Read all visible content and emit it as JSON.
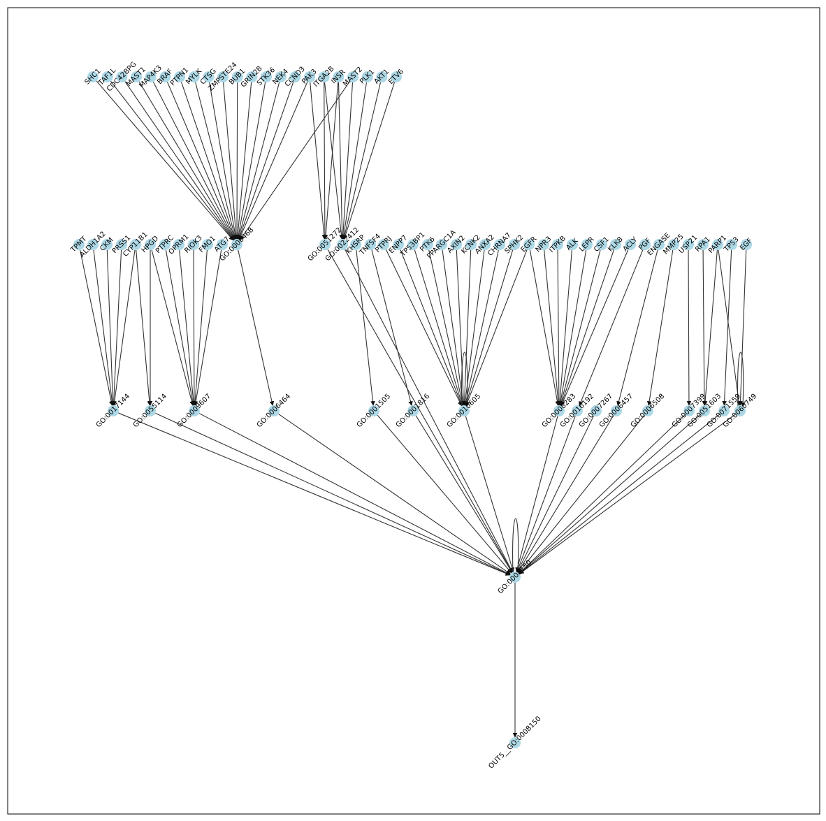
{
  "layers": [
    [
      "SHC1",
      "TAF1L",
      "CDC42BPG",
      "MAST1",
      "MAP4K3",
      "BRAF",
      "PTPN1",
      "MYLK",
      "CTSG",
      "ZMPSTE24",
      "BUB1",
      "GRIN2B",
      "STK36",
      "NEK4",
      "CCND3",
      "PAK3",
      "ITGA2B",
      "INSR",
      "MAST2",
      "PLK1",
      "AKT1",
      "ETV6"
    ],
    [
      "TPMT",
      "ALDH1A2",
      "CKM",
      "PRSS1",
      "CYP11B1",
      "HPGD",
      "PTPRC",
      "OPRM1",
      "RIOK3",
      "FMO1",
      "ATG7",
      "GO:0006468",
      "GO:0051272",
      "GO:0022412",
      "KHSRP",
      "TNFSF4",
      "PTPRJ",
      "ENPP7",
      "TP53BP1",
      "PTK6",
      "PPARGC1A",
      "AXIN2",
      "KCNK2",
      "ANXA2",
      "CHRNA7",
      "SPHK2",
      "EGFR",
      "NPR3",
      "ITPKB",
      "ALK",
      "LEPR",
      "CSF1",
      "KLK8",
      "ACLY",
      "PGF",
      "ENGASE",
      "MMP25",
      "USP21",
      "RPA1",
      "PARP1",
      "TP53",
      "EGF"
    ],
    [
      "GO:0017144",
      "GO:0055114",
      "GO:0009607",
      "GO:0006464",
      "GO:0001505",
      "GO:0001816",
      "GO:0010605",
      "GO:0008283",
      "GO:0016192",
      "GO:0007267",
      "GO:0006457",
      "GO:0006508",
      "GO:0007399",
      "GO:0051603",
      "GO:0071559",
      "GO:0060749"
    ],
    [
      "GO:0008150"
    ],
    [
      "OUT5__GO:0008150"
    ]
  ],
  "edges": [
    [
      "SHC1",
      "GO:0006468"
    ],
    [
      "TAF1L",
      "GO:0006468"
    ],
    [
      "CDC42BPG",
      "GO:0006468"
    ],
    [
      "MAST1",
      "GO:0006468"
    ],
    [
      "MAP4K3",
      "GO:0006468"
    ],
    [
      "BRAF",
      "GO:0006468"
    ],
    [
      "PTPN1",
      "GO:0006468"
    ],
    [
      "MYLK",
      "GO:0006468"
    ],
    [
      "CTSG",
      "GO:0006468"
    ],
    [
      "ZMPSTE24",
      "GO:0006468"
    ],
    [
      "BUB1",
      "GO:0006468"
    ],
    [
      "GRIN2B",
      "GO:0006468"
    ],
    [
      "STK36",
      "GO:0006468"
    ],
    [
      "NEK4",
      "GO:0006468"
    ],
    [
      "CCND3",
      "GO:0006468"
    ],
    [
      "PAK3",
      "GO:0006468"
    ],
    [
      "MAST2",
      "GO:0006468"
    ],
    [
      "PAK3",
      "GO:0051272"
    ],
    [
      "ITGA2B",
      "GO:0051272"
    ],
    [
      "INSR",
      "GO:0051272"
    ],
    [
      "INSR",
      "GO:0022412"
    ],
    [
      "MAST2",
      "GO:0022412"
    ],
    [
      "PLK1",
      "GO:0022412"
    ],
    [
      "AKT1",
      "GO:0022412"
    ],
    [
      "ETV6",
      "GO:0022412"
    ],
    [
      "ITGA2B",
      "GO:0022412"
    ],
    [
      "TPMT",
      "GO:0017144"
    ],
    [
      "ALDH1A2",
      "GO:0017144"
    ],
    [
      "CKM",
      "GO:0017144"
    ],
    [
      "PRSS1",
      "GO:0017144"
    ],
    [
      "CYP11B1",
      "GO:0017144"
    ],
    [
      "HPGD",
      "GO:0055114"
    ],
    [
      "CYP11B1",
      "GO:0055114"
    ],
    [
      "HPGD",
      "GO:0009607"
    ],
    [
      "PTPRC",
      "GO:0009607"
    ],
    [
      "OPRM1",
      "GO:0009607"
    ],
    [
      "RIOK3",
      "GO:0009607"
    ],
    [
      "FMO1",
      "GO:0009607"
    ],
    [
      "ATG7",
      "GO:0009607"
    ],
    [
      "GO:0006468",
      "GO:0006464"
    ],
    [
      "KHSRP",
      "GO:0001505"
    ],
    [
      "TNFSF4",
      "GO:0001816"
    ],
    [
      "PTPRJ",
      "GO:0010605"
    ],
    [
      "ENPP7",
      "GO:0010605"
    ],
    [
      "TP53BP1",
      "GO:0010605"
    ],
    [
      "PTK6",
      "GO:0010605"
    ],
    [
      "PPARGC1A",
      "GO:0010605"
    ],
    [
      "AXIN2",
      "GO:0010605"
    ],
    [
      "KCNK2",
      "GO:0010605"
    ],
    [
      "ANXA2",
      "GO:0010605"
    ],
    [
      "CHRNA7",
      "GO:0010605"
    ],
    [
      "SPHK2",
      "GO:0010605"
    ],
    [
      "EGFR",
      "GO:0010605"
    ],
    [
      "GO:0010605",
      "GO:0010605"
    ],
    [
      "EGFR",
      "GO:0008283"
    ],
    [
      "NPR3",
      "GO:0008283"
    ],
    [
      "ITPKB",
      "GO:0008283"
    ],
    [
      "ALK",
      "GO:0008283"
    ],
    [
      "LEPR",
      "GO:0008283"
    ],
    [
      "CSF1",
      "GO:0008283"
    ],
    [
      "KLK8",
      "GO:0008283"
    ],
    [
      "ACLY",
      "GO:0008283"
    ],
    [
      "PGF",
      "GO:0016192"
    ],
    [
      "ENGASE",
      "GO:0006457"
    ],
    [
      "MMP25",
      "GO:0006508"
    ],
    [
      "USP21",
      "GO:0007399"
    ],
    [
      "RPA1",
      "GO:0051603"
    ],
    [
      "PARP1",
      "GO:0051603"
    ],
    [
      "TP53",
      "GO:0071559"
    ],
    [
      "EGF",
      "GO:0060749"
    ],
    [
      "PARP1",
      "GO:0060749"
    ],
    [
      "GO:0060749",
      "GO:0060749"
    ],
    [
      "GO:0017144",
      "GO:0008150"
    ],
    [
      "GO:0055114",
      "GO:0008150"
    ],
    [
      "GO:0009607",
      "GO:0008150"
    ],
    [
      "GO:0006464",
      "GO:0008150"
    ],
    [
      "GO:0001505",
      "GO:0008150"
    ],
    [
      "GO:0001816",
      "GO:0008150"
    ],
    [
      "GO:0010605",
      "GO:0008150"
    ],
    [
      "GO:0051272",
      "GO:0008150"
    ],
    [
      "GO:0022412",
      "GO:0008150"
    ],
    [
      "GO:0008283",
      "GO:0008150"
    ],
    [
      "GO:0016192",
      "GO:0008150"
    ],
    [
      "GO:0007267",
      "GO:0008150"
    ],
    [
      "GO:0006457",
      "GO:0008150"
    ],
    [
      "GO:0006508",
      "GO:0008150"
    ],
    [
      "GO:0007399",
      "GO:0008150"
    ],
    [
      "GO:0051603",
      "GO:0008150"
    ],
    [
      "GO:0071559",
      "GO:0008150"
    ],
    [
      "GO:0060749",
      "GO:0008150"
    ],
    [
      "GO:0008150",
      "GO:0008150"
    ],
    [
      "GO:0008150",
      "OUT5__GO:0008150"
    ]
  ],
  "colors": {
    "node": "#add8e6",
    "edge": "#333333",
    "frame": "#000000"
  }
}
